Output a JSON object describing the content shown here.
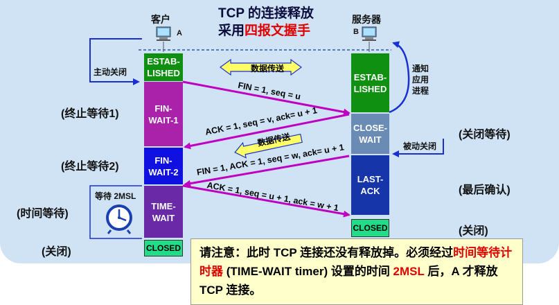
{
  "title_line1": "TCP 的连接释放",
  "title_line2_prefix": "采用",
  "title_line2_highlight": "四报文握手",
  "client": {
    "label": "客户",
    "id": "A"
  },
  "server": {
    "label": "服务器",
    "id": "B"
  },
  "client_states": [
    "ESTAB-\nLISHED",
    "FIN-\nWAIT-1",
    "FIN-\nWAIT-2",
    "TIME-\nWAIT",
    "CLOSED"
  ],
  "server_states": [
    "ESTAB-\nLISHED",
    "CLOSE-\nWAIT",
    "LAST-\nACK",
    "CLOSED"
  ],
  "left_labels": [
    "(终止等待1)",
    "(终止等待2)",
    "(时间等待)",
    "(关闭)"
  ],
  "right_labels": [
    "(关闭等待)",
    "(最后确认)",
    "(关闭)"
  ],
  "messages": [
    "FIN = 1, seq = u",
    "ACK = 1, seq = v, ack= u + 1",
    "FIN = 1, ACK = 1, seq = w, ack= u + 1",
    "ACK = 1, seq = u + 1, ack = w + 1"
  ],
  "data_transfer": "数据传送",
  "active_close": "主动关闭",
  "passive_close": "被动关闭",
  "notify_app": [
    "通知",
    "应用",
    "进程"
  ],
  "wait_2msl": "等待 2MSL",
  "note": {
    "part1": "请注意：此时 TCP 连接还没有释放掉。必须经过",
    "highlight1": "时间等待计时器",
    "part2": " (TIME-WAIT timer) 设置的时间 ",
    "highlight2": "2MSL",
    "part3": " 后，A 才释放 TCP 连接。"
  },
  "colors": {
    "established": "#109010",
    "fin_wait1": "#aa22aa",
    "fin_wait2": "#1010e0",
    "time_wait": "#6a2aa8",
    "closed": "#22dd88",
    "close_wait": "#6a8cb4",
    "last_ack": "#1535a8",
    "arrow": "#c000c0",
    "banner": "#ffff66",
    "note_highlight": "#e00000"
  }
}
